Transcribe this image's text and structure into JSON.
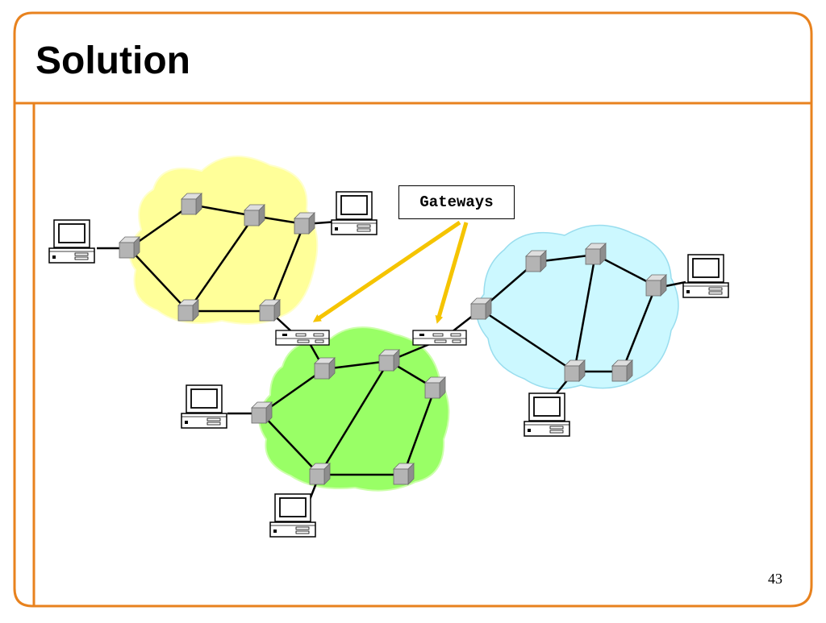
{
  "slide": {
    "title": "Solution",
    "page_number": "43",
    "frame_color": "#e8821e"
  },
  "diagram": {
    "callout_label": "Gateways",
    "arrow_color": "#f5c400",
    "cloud_colors": {
      "yellow_network": "#ffff99",
      "green_network": "#99ff66",
      "blue_network": "#ccf8ff"
    },
    "icons": [
      "router-icon",
      "computer-icon",
      "gateway-icon",
      "arrow-icon"
    ]
  }
}
